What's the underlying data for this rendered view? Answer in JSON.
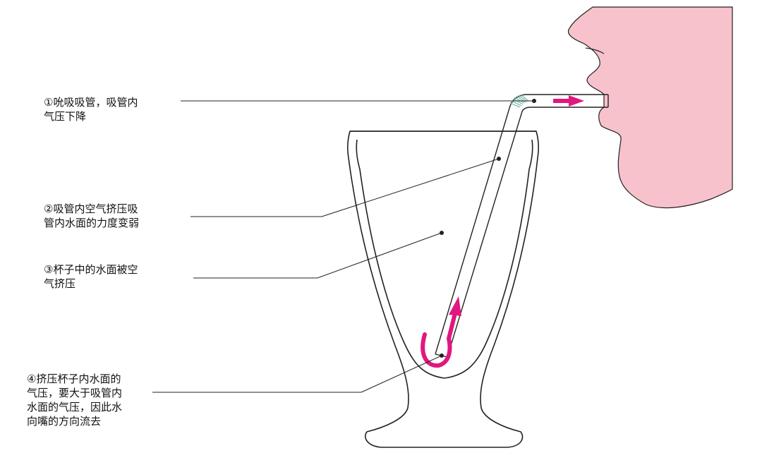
{
  "annotations": [
    {
      "id": "1",
      "lines": [
        "①吮吸吸管，吸管内",
        "气压下降"
      ]
    },
    {
      "id": "2",
      "lines": [
        "②吸管内空气挤压吸",
        "管内水面的力度变弱"
      ]
    },
    {
      "id": "3",
      "lines": [
        "③杯子中的水面被空",
        "气挤压"
      ]
    },
    {
      "id": "4",
      "lines": [
        "④挤压杯子内水面的",
        "气压，要大于吸管内",
        "水面的气压，因此水",
        "向嘴的方向流去"
      ]
    }
  ],
  "colors": {
    "face": "#f7c2cc",
    "arrow": "#e0187f",
    "line": "#222222",
    "straw_bend": "#7fbfb0"
  }
}
